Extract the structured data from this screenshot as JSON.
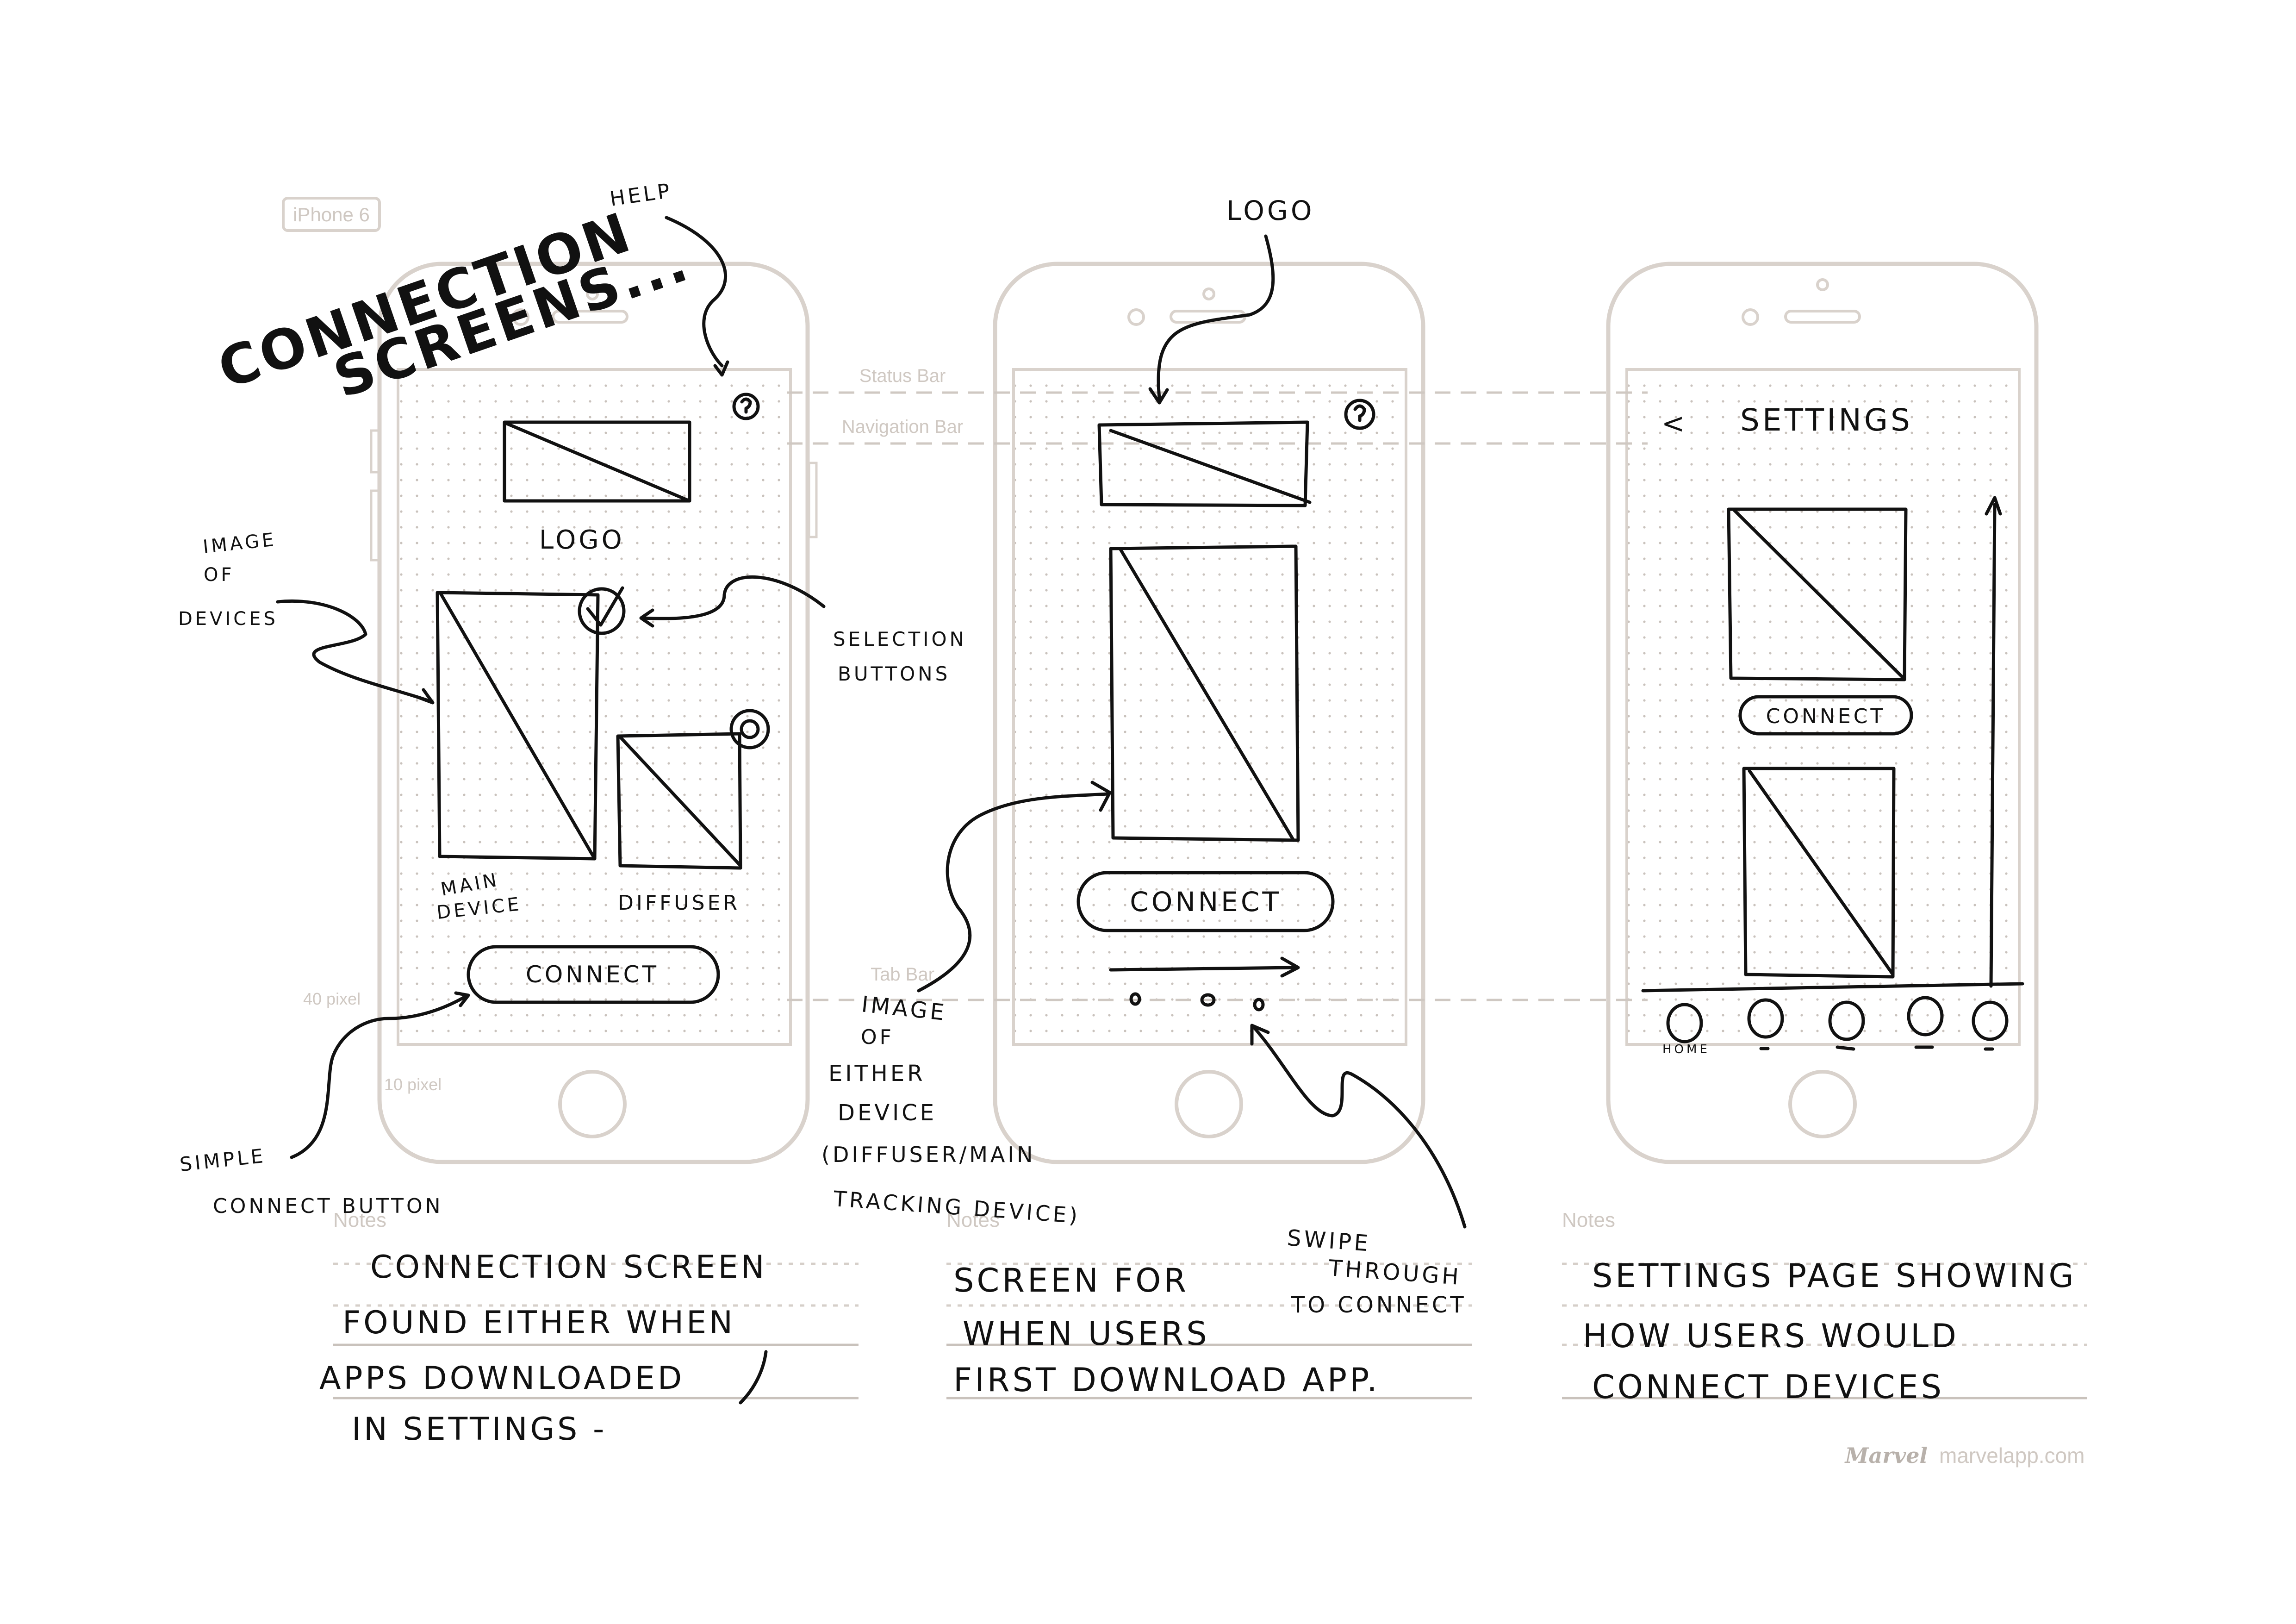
{
  "template": {
    "device_label": "iPhone 6",
    "status_bar": "Status Bar",
    "navigation_bar": "Navigation Bar",
    "tab_bar": "Tab Bar",
    "dim_40": "40 pixel",
    "dim_10": "10 pixel",
    "notes_label": "Notes",
    "brand_logo": "Marvel",
    "brand_url": "marvelapp.com"
  },
  "sheet_title": [
    "CONNECTION",
    "SCREENS..."
  ],
  "screen1": {
    "help_annotation": "HELP",
    "logo_label": "LOGO",
    "image_annotation": [
      "IMAGE",
      "OF",
      "DEVICES"
    ],
    "selection_annotation": [
      "SELECTION",
      "BUTTONS"
    ],
    "main_device_label": [
      "MAIN",
      "DEVICE"
    ],
    "diffuser_label": "DIFFUSER",
    "connect_button": "CONNECT",
    "button_annotation": [
      "SIMPLE",
      "CONNECT  BUTTON"
    ],
    "note": [
      "CONNECTION SCREEN",
      "FOUND EITHER WHEN",
      "APPS DOWNLOADED",
      "IN SETTINGS -"
    ]
  },
  "screen2": {
    "logo_annotation": "LOGO",
    "image_annotation": [
      "IMAGE",
      "OF",
      "EITHER",
      "DEVICE",
      "(DIFFUSER/MAIN",
      "TRACKING DEVICE)"
    ],
    "connect_button": "CONNECT",
    "swipe_annotation": [
      "SWIPE",
      "THROUGH",
      "TO CONNECT"
    ],
    "note": [
      "SCREEN FOR",
      "WHEN USERS",
      "FIRST DOWNLOAD APP."
    ]
  },
  "screen3": {
    "back_glyph": "<",
    "title": "SETTINGS",
    "connect_button": "CONNECT",
    "tab_home_label": "HOME",
    "note": [
      "SETTINGS PAGE SHOWING",
      "HOW USERS WOULD",
      "CONNECT DEVICES"
    ]
  }
}
